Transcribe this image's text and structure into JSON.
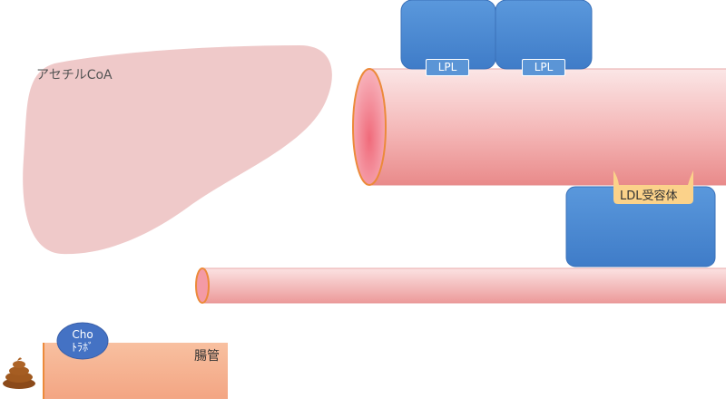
{
  "liver": {
    "label": "アセチルCoA"
  },
  "lipase": {
    "tags": [
      "LPL",
      "LPL"
    ]
  },
  "receptor": {
    "label": "LDL受容体"
  },
  "intestine": {
    "label": "腸管",
    "badge_line1": "Cho",
    "badge_line2": "ﾄﾗﾎﾞ"
  },
  "colors": {
    "liver": "#efc9c9",
    "vessel_light": "#f8dcdc",
    "vessel_dark": "#ea9595",
    "vessel_outline": "#ec8a3a",
    "protein_blue": "#4a86cf",
    "receptor_yellow": "#fbd28a",
    "intestine": "#f6b18f",
    "badge_blue": "#4472c4"
  },
  "icons": {
    "feces": "poop-icon"
  }
}
